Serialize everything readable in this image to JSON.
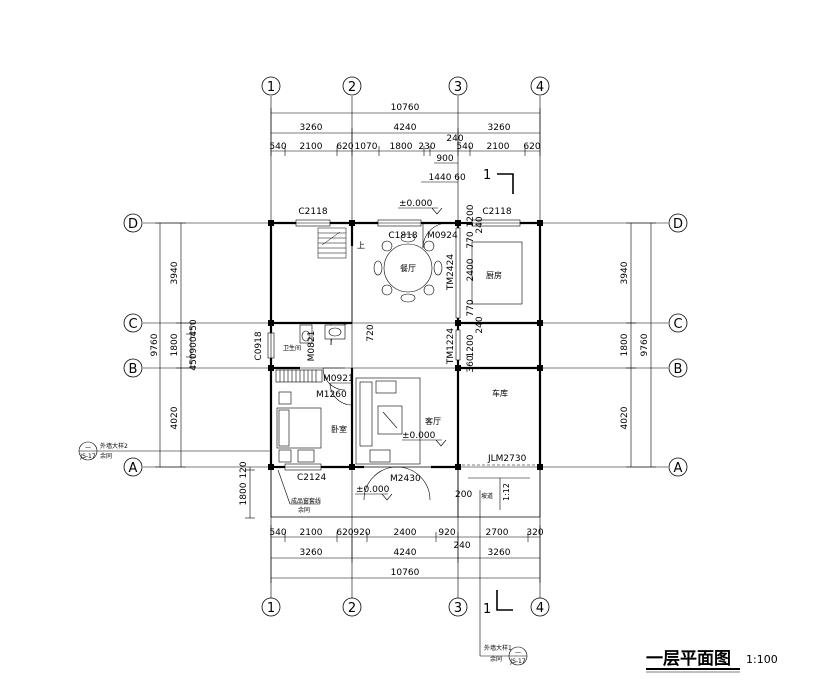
{
  "drawing": {
    "title": "一层平面图",
    "scale": "1:100"
  },
  "axes": {
    "vertical": [
      "1",
      "2",
      "3",
      "4"
    ],
    "horizontal": [
      "D",
      "C",
      "B",
      "A"
    ]
  },
  "top_dims": {
    "overall": "10760",
    "spans": [
      "3260",
      "4240",
      "3260"
    ],
    "mid_240": "240",
    "details": [
      "540",
      "2100",
      "620",
      "1070",
      "1800",
      "230",
      "540",
      "2100",
      "620"
    ],
    "sub_900": "900",
    "sub_1440": "1440",
    "sub_60": "60"
  },
  "bottom_dims": {
    "details": [
      "540",
      "2100",
      "620",
      "920",
      "2400",
      "920",
      "2700",
      "320"
    ],
    "mid_240": "240",
    "spans": [
      "3260",
      "4240",
      "3260"
    ],
    "overall": "10760"
  },
  "left_dims": {
    "overall": "9760",
    "spans": [
      "3940",
      "1800",
      "4020"
    ],
    "sub": [
      "450",
      "900",
      "450"
    ],
    "bottom": [
      "120",
      "1800"
    ]
  },
  "right_dims": {
    "overall": "9760",
    "spans": [
      "3940",
      "1800",
      "4020"
    ]
  },
  "interior_dims": {
    "d1": "1200",
    "d2": "770",
    "d3": "2400",
    "d4": "770",
    "d5": "1200",
    "d6": "360",
    "d7": "240",
    "d8": "240",
    "d9": "720",
    "d10": "200"
  },
  "openings": {
    "c2118_left": "C2118",
    "c2118_right": "C2118",
    "c1818": "C1818",
    "m0924": "M0924",
    "tm2424": "TM2424",
    "tm1224": "TM1224",
    "c0918": "C0918",
    "m0821": "M0821",
    "m0921": "M0921",
    "m1260": "M1260",
    "c2124": "C2124",
    "m2430": "M2430",
    "jlm2730": "JLM2730"
  },
  "rooms": {
    "dining": "餐厅",
    "kitchen": "厨房",
    "bathroom": "卫生间",
    "bedroom": "卧室",
    "living": "客厅",
    "garage": "车库",
    "ramp": "坡道",
    "slope": "1:12",
    "stair_up": "上"
  },
  "levels": {
    "lv1": "±0.000",
    "lv2": "±0.000",
    "lv3": "±0.000"
  },
  "section_marks": {
    "top": "1",
    "bottom": "1"
  },
  "callouts": {
    "left_note1": "外墙大样2",
    "left_note2": "余同",
    "left_symbol_top": "—",
    "left_symbol_bottom": "JS-17",
    "floor_note1": "成品窗套线",
    "floor_note2": "余同",
    "bottom_note1": "外墙大样1",
    "bottom_note2": "余同",
    "bottom_symbol_top": "—",
    "bottom_symbol_bottom": "JS-17"
  }
}
